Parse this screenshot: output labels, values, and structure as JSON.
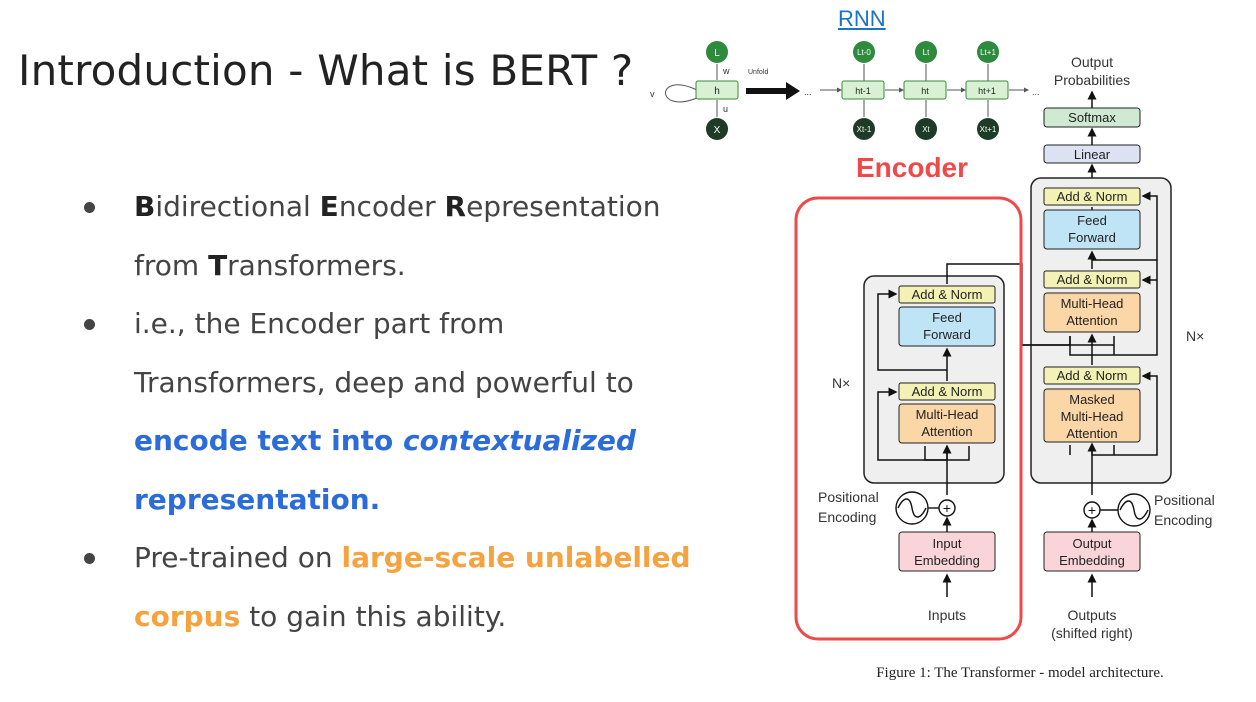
{
  "slide": {
    "title": "Introduction - What is BERT ?",
    "rnn_link": "RNN",
    "encoder_label": "Encoder"
  },
  "bullets": [
    {
      "parts": [
        [
          "B",
          "b"
        ],
        [
          "idirectional ",
          ""
        ],
        [
          "E",
          "b"
        ],
        [
          "ncoder ",
          ""
        ],
        [
          "R",
          "b"
        ],
        [
          "epresentation",
          ""
        ]
      ],
      "line2": [
        [
          "from ",
          ""
        ],
        [
          "T",
          "b"
        ],
        [
          "ransformers.",
          ""
        ]
      ]
    },
    {
      "line1": "i.e., the Encoder part from",
      "line2": "Transformers, deep and powerful to",
      "line3": "encode text into ",
      "line3_ital": "contextualized",
      "line4": "representation."
    },
    {
      "line1_pre": "Pre-trained on ",
      "line1_hl": "large-scale unlabelled",
      "line2_hl": "corpus",
      "line2_post": " to gain this ability."
    }
  ],
  "rnn": {
    "folded": {
      "out": "L",
      "hidden": "h",
      "in": "X",
      "w": "w",
      "u": "u",
      "v": "v"
    },
    "unfold_label": "Unfold",
    "outs": [
      "Lt-0",
      "Lt",
      "Lt+1"
    ],
    "hiddens": [
      "ht-1",
      "ht",
      "ht+1"
    ],
    "ins": [
      "Xt-1",
      "Xt",
      "Xt+1"
    ],
    "ellipsis": "..."
  },
  "transformer": {
    "output_probabilities": [
      "Output",
      "Probabilities"
    ],
    "softmax": "Softmax",
    "linear": "Linear",
    "add_norm": "Add & Norm",
    "feed_forward": [
      "Feed",
      "Forward"
    ],
    "mha": [
      "Multi-Head",
      "Attention"
    ],
    "masked_mha": [
      "Masked",
      "Multi-Head",
      "Attention"
    ],
    "nx": "N×",
    "pos_enc": [
      "Positional",
      "Encoding"
    ],
    "input_embedding": [
      "Input",
      "Embedding"
    ],
    "output_embedding": [
      "Output",
      "Embedding"
    ],
    "inputs": "Inputs",
    "outputs": [
      "Outputs",
      "(shifted right)"
    ],
    "caption": "Figure 1: The Transformer - model architecture."
  },
  "colors": {
    "encoder_red": "#ef4a4a",
    "add_norm": "#f3f2b4",
    "feed_forward": "#bfe4f5",
    "attention": "#fbd6a6",
    "embedding": "#f9d5d9",
    "softmax": "#cfe9d3",
    "linear": "#dde2f3",
    "rnn_green": "#2e8b3d",
    "rnn_dark": "#1d3b26",
    "rnn_hidden": "#d9f1d3"
  }
}
